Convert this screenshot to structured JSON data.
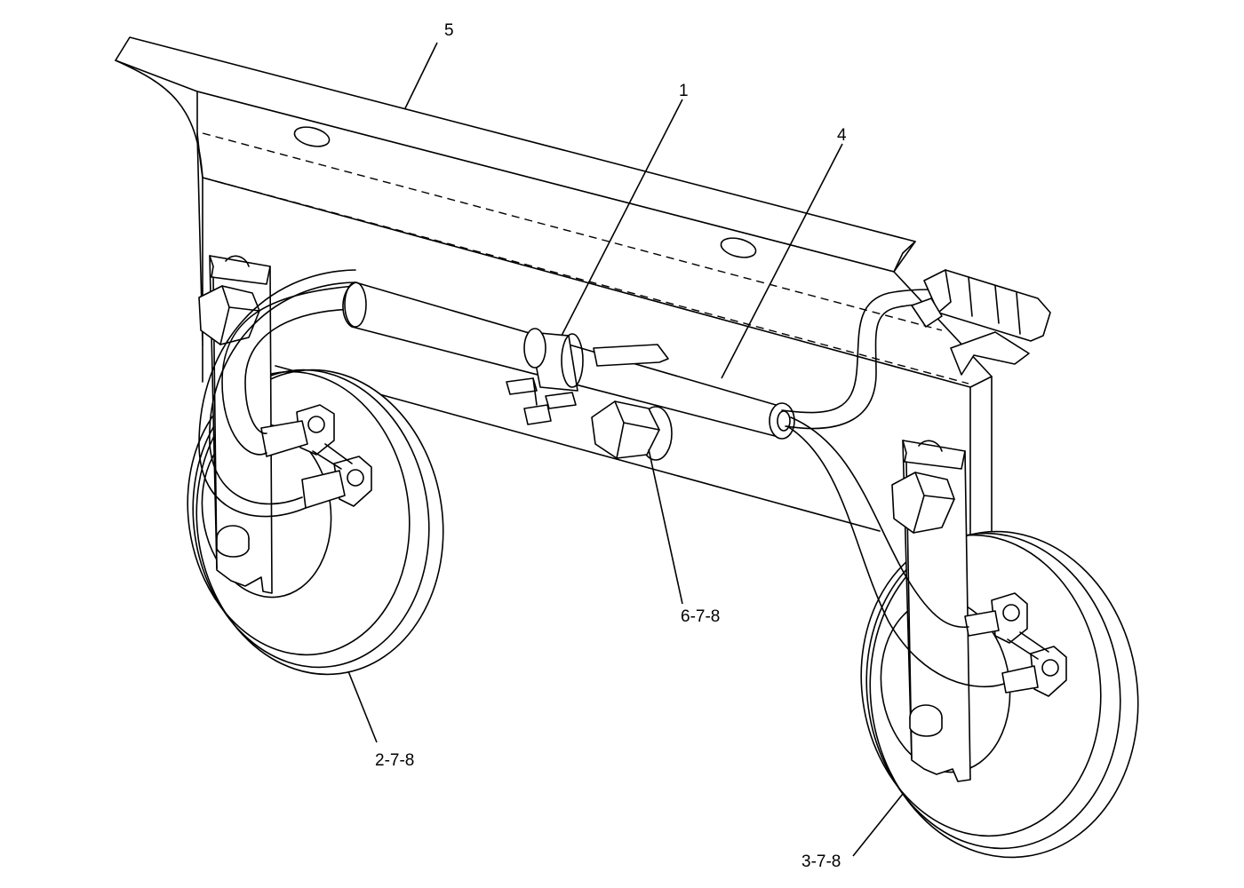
{
  "callouts": {
    "c5": "5",
    "c1": "1",
    "c4": "4",
    "c678": "6-7-8",
    "c278": "2-7-8",
    "c378": "3-7-8"
  },
  "colors": {
    "line": "#000000",
    "background": "#ffffff"
  }
}
